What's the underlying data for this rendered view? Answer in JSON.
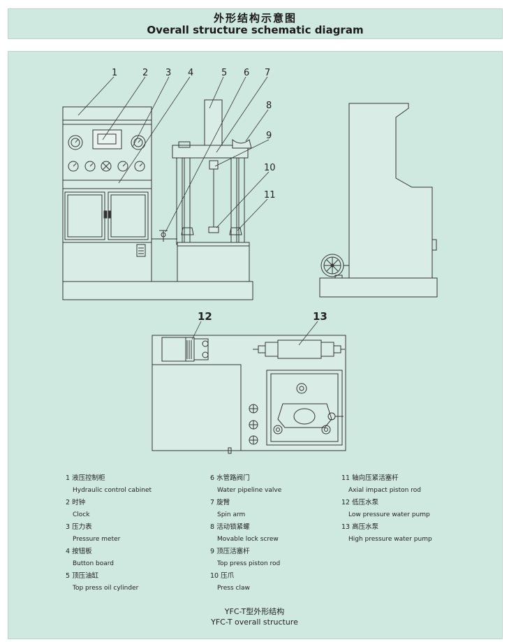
{
  "header": {
    "title_cn": "外形结构示意图",
    "title_en": "Overall structure schematic diagram"
  },
  "callouts": [
    "1",
    "2",
    "3",
    "4",
    "5",
    "6",
    "7",
    "8",
    "9",
    "10",
    "11",
    "12",
    "13"
  ],
  "legend": {
    "col1": [
      {
        "cn": "1 液压控制柜",
        "en": "Hydraulic control cabinet"
      },
      {
        "cn": "2 时钟",
        "en": "Clock"
      },
      {
        "cn": "3 压力表",
        "en": "Pressure meter"
      },
      {
        "cn": "4 按钮板",
        "en": "Button board"
      },
      {
        "cn": "5 顶压油缸",
        "en": "Top press oil cylinder"
      }
    ],
    "col2": [
      {
        "cn": "6 水管路阀门",
        "en": "Water pipeline valve"
      },
      {
        "cn": "7 旋臂",
        "en": "Spin arm"
      },
      {
        "cn": "8 活动锁紧螺",
        "en": "Movable lock screw"
      },
      {
        "cn": "9 顶压活塞杆",
        "en": "Top press piston rod"
      },
      {
        "cn": "10 压爪",
        "en": "Press claw"
      }
    ],
    "col3": [
      {
        "cn": "11 轴向压紧活塞杆",
        "en": "Axial impact piston rod"
      },
      {
        "cn": "12 低压水泵",
        "en": "Low pressure water pump"
      },
      {
        "cn": "13 高压水泵",
        "en": "High pressure water pump"
      }
    ]
  },
  "caption": {
    "line1": "YFC-T型外形结构",
    "line2": "YFC-T overall structure"
  },
  "colors": {
    "background": "#cfe8e0",
    "line": "#333333"
  }
}
